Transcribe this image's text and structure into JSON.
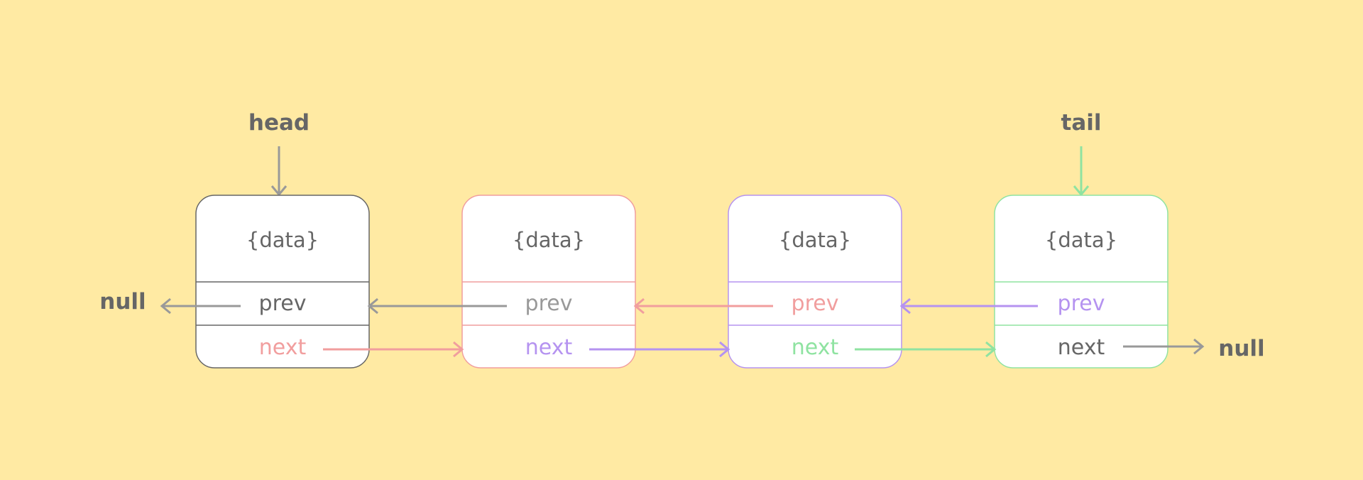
{
  "colors": {
    "background": "#FFEAA3",
    "node_fill": "#FFFFFF",
    "gray": "#999999",
    "dark_text": "#666666",
    "border_dark": "#666666",
    "red": "#F19E9E",
    "purple": "#B593F0",
    "green": "#8FE3A1"
  },
  "labels": {
    "head": "head",
    "tail": "tail",
    "null_left": "null",
    "null_right": "null"
  },
  "nodes": [
    {
      "data_label": "{data}",
      "prev_label": "prev",
      "next_label": "next",
      "border_color": "#666666",
      "prev_color": "#666666",
      "next_color": "#F19E9E"
    },
    {
      "data_label": "{data}",
      "prev_label": "prev",
      "next_label": "next",
      "border_color": "#F19E9E",
      "prev_color": "#999999",
      "next_color": "#B593F0"
    },
    {
      "data_label": "{data}",
      "prev_label": "prev",
      "next_label": "next",
      "border_color": "#B593F0",
      "prev_color": "#F19E9E",
      "next_color": "#8FE3A1"
    },
    {
      "data_label": "{data}",
      "prev_label": "prev",
      "next_label": "next",
      "border_color": "#8FE3A1",
      "prev_color": "#B593F0",
      "next_color": "#666666"
    }
  ],
  "links": {
    "head_arrow_color": "#999999",
    "tail_arrow_color": "#8FE3A1",
    "null_left_arrow_color": "#999999",
    "null_right_arrow_color": "#999999",
    "next_arrow_colors": [
      "#F19E9E",
      "#B593F0",
      "#8FE3A1"
    ],
    "prev_arrow_colors": [
      "#999999",
      "#F19E9E",
      "#B593F0"
    ]
  }
}
